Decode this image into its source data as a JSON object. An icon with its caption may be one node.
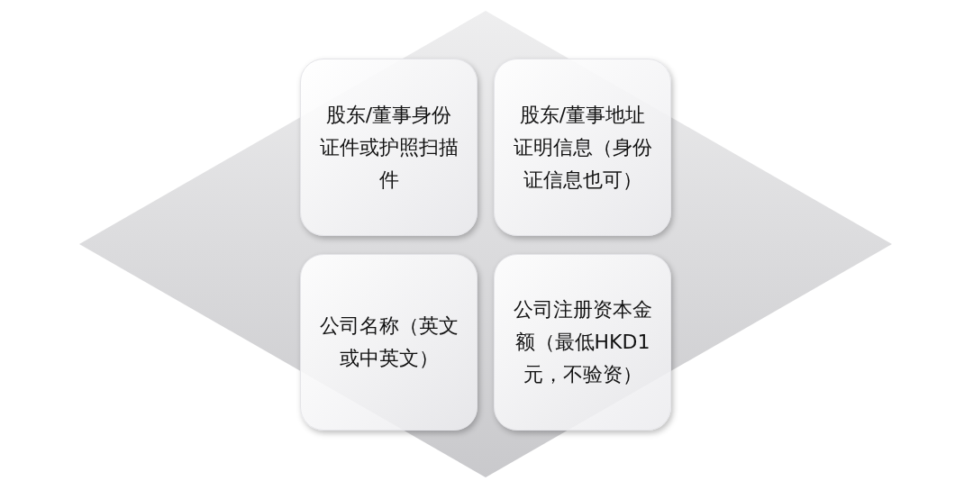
{
  "diagram": {
    "nodes": [
      {
        "text": [],
        "shape": "diamond"
      },
      {
        "text": [
          "股东/董事身份证件或护照扫描件"
        ],
        "in": 0
      },
      {
        "text": [
          "股东/董事地址证明信息（身份证信息也可）"
        ],
        "in": 0
      },
      {
        "text": [
          "公司名称（英文或中英文）"
        ],
        "in": 0
      },
      {
        "text": [
          "公司注册资本金额（最低HKD1元，不验资）"
        ],
        "in": 0
      }
    ]
  }
}
